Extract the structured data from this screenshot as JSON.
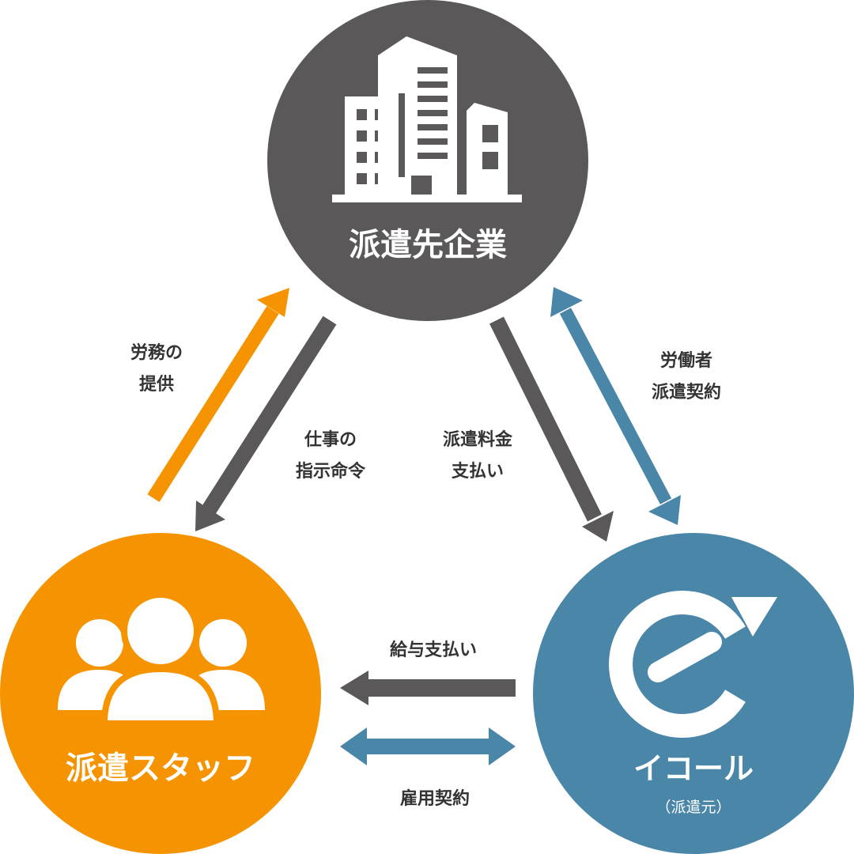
{
  "colors": {
    "client": "#5a5859",
    "staff": "#f59400",
    "equal": "#4a86a8",
    "label": "#333333"
  },
  "nodes": {
    "client": {
      "title": "派遣先企業",
      "icon": "building-icon"
    },
    "staff": {
      "title": "派遣スタッフ",
      "icon": "people-icon"
    },
    "equal": {
      "title": "イコール",
      "subtitle": "（派遣元）",
      "icon": "equal-logo-icon"
    }
  },
  "edges": {
    "labor_provision": {
      "lines": [
        "労務の",
        "提供"
      ]
    },
    "work_instruction": {
      "lines": [
        "仕事の",
        "指示命令"
      ]
    },
    "dispatch_fee": {
      "lines": [
        "派遣料金",
        "支払い"
      ]
    },
    "worker_dispatch_contract": {
      "lines": [
        "労働者",
        "派遣契約"
      ]
    },
    "salary_payment": {
      "lines": [
        "給与支払い"
      ]
    },
    "employment_contract": {
      "lines": [
        "雇用契約"
      ]
    }
  }
}
